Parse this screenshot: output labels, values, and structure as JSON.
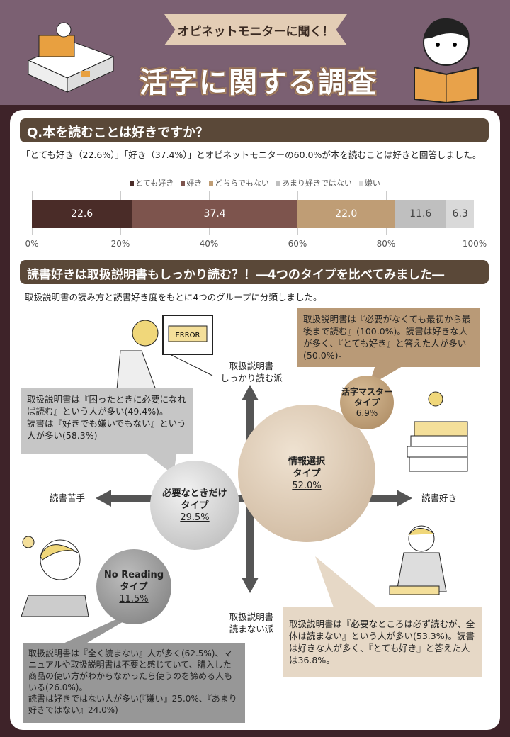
{
  "header": {
    "badge": "オピネットモニターに聞く！",
    "title": "活字に関する調査"
  },
  "q1": {
    "title": "Q.本を読むことは好きですか？",
    "summary_before": "「とても好き（22.6%）」「好き（37.4%）」とオピネットモニターの60.0%が",
    "summary_underline": "本を読むことは好き",
    "summary_after": "と回答しました。"
  },
  "chart_data": {
    "type": "bar",
    "stacked": true,
    "orientation": "horizontal",
    "series": [
      {
        "name": "とても好き",
        "value": 22.6,
        "color": "#4a2c28"
      },
      {
        "name": "好き",
        "value": 37.4,
        "color": "#7d544d"
      },
      {
        "name": "どちらでもない",
        "value": 22.0,
        "color": "#bf9d75"
      },
      {
        "name": "あまり好きではない",
        "value": 11.6,
        "color": "#bfbfbf"
      },
      {
        "name": "嫌い",
        "value": 6.3,
        "color": "#d9d9d9"
      }
    ],
    "xticks": [
      "0%",
      "20%",
      "40%",
      "60%",
      "80%",
      "100%"
    ],
    "xlim": [
      0,
      100
    ],
    "legend": "top"
  },
  "q2": {
    "title": "読書好きは取扱説明書もしっかり読む？！―4つのタイプを比べてみました―",
    "intro": "取扱説明書の読み方と読書好き度をもとに4つのグループに分類しました。",
    "axes": {
      "top": "取扱説明書\nしっかり読む派",
      "bottom": "取扱説明書\n読まない派",
      "left": "読書苦手",
      "right": "読書好き"
    },
    "types": [
      {
        "name": "活字マスター\nタイプ",
        "pct": "6.9%",
        "desc": "取扱説明書は『必要がなくても最初から最後まで読む』(100.0%)。読書は好きな人が多く、『とても好き』と答えた人が多い(50.0%)。"
      },
      {
        "name": "情報選択\nタイプ",
        "pct": "52.0%",
        "desc": "取扱説明書は『必要なところは必ず読むが、全体は読まない』という人が多い(53.3%)。読書は好きな人が多く、『とても好き』と答えた人は36.8%。"
      },
      {
        "name": "必要なときだけ\nタイプ",
        "pct": "29.5%",
        "desc": "取扱説明書は『困ったときに必要になれば読む』という人が多い(49.4%)。\n読書は『好きでも嫌いでもない』という人が多い(58.3%)"
      },
      {
        "name": "No Reading\nタイプ",
        "pct": "11.5%",
        "desc": "取扱説明書は『全く読まない』人が多く(62.5%)、マニュアルや取扱説明書は不要と感じていて、購入した商品の使い方がわからなかったら使うのを諦める人もいる(26.0%)。\n読書は好きではない人が多い(『嫌い』25.0%、『あまり好きではない』24.0%)"
      }
    ],
    "error_label": "ERROR"
  }
}
